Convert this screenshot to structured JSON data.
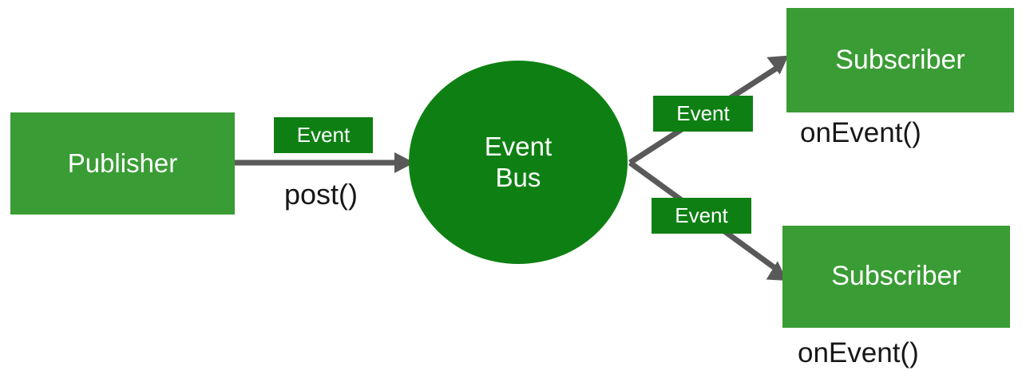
{
  "diagram": {
    "title": "Event Bus publish/subscribe diagram",
    "colors": {
      "box_fill": "#3a9c35",
      "circle_fill": "#0e8013",
      "badge_fill": "#0e8013",
      "node_text": "#ffffff",
      "caption_text": "#171717",
      "edge": "#595959",
      "background": "#ffffff"
    },
    "nodes": {
      "publisher": {
        "label": "Publisher",
        "shape": "rectangle"
      },
      "event_bus": {
        "label": "Event\nBus",
        "shape": "circle"
      },
      "subscriber_1": {
        "label": "Subscriber",
        "shape": "rectangle"
      },
      "subscriber_2": {
        "label": "Subscriber",
        "shape": "rectangle"
      }
    },
    "badges": {
      "event_post": {
        "label": "Event"
      },
      "event_sub_1": {
        "label": "Event"
      },
      "event_sub_2": {
        "label": "Event"
      }
    },
    "captions": {
      "post": "post()",
      "on_event_1": "onEvent()",
      "on_event_2": "onEvent()"
    },
    "edges": [
      {
        "name": "publisher-to-bus",
        "from": "publisher",
        "to": "event_bus",
        "label": "post()",
        "badge": "Event",
        "arrow": true
      },
      {
        "name": "bus-to-subscriber-1",
        "from": "event_bus",
        "to": "subscriber_1",
        "label": "onEvent()",
        "badge": "Event",
        "arrow": true
      },
      {
        "name": "bus-to-subscriber-2",
        "from": "event_bus",
        "to": "subscriber_2",
        "label": "onEvent()",
        "badge": "Event",
        "arrow": true
      }
    ]
  }
}
